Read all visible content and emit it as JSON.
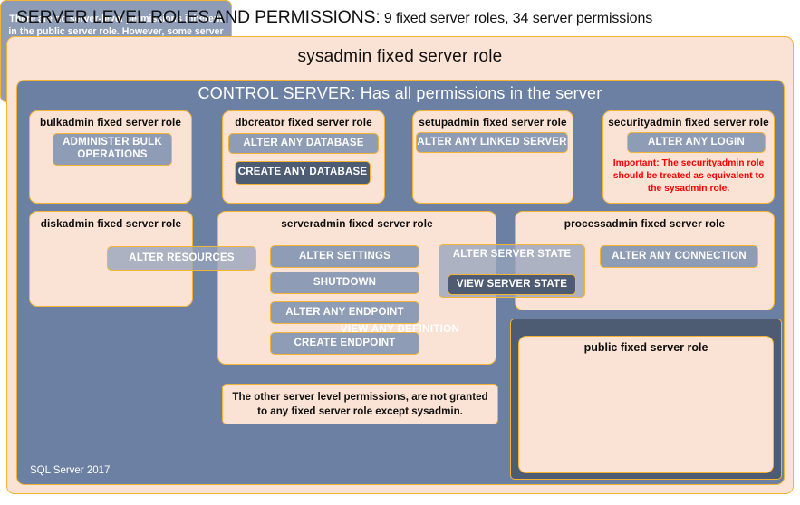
{
  "title": {
    "strong": "SERVER LEVEL ROLES AND PERMISSIONS:",
    "rest": " 9 fixed server roles, 34 server permissions"
  },
  "colors": {
    "cream_fill": "#fae2d4",
    "gold_border": "#f5b335",
    "blue_fill": "#6b80a3",
    "permission_fill": "#8e9cb5",
    "permission_dark_fill": "#4d5b73",
    "warning_text": "#ff0000",
    "title_text": "#111111"
  },
  "sysadmin": {
    "label": "sysadmin fixed server role"
  },
  "control_server": {
    "label": "CONTROL SERVER: Has all permissions in the server"
  },
  "roles": {
    "bulkadmin": {
      "label": "bulkadmin fixed server role",
      "permissions": [
        "ADMINISTER  BULK OPERATIONS"
      ]
    },
    "dbcreator": {
      "label": "dbcreator fixed server role",
      "permissions": [
        "ALTER ANY DATABASE",
        "CREATE  ANY DATABASE"
      ]
    },
    "setupadmin": {
      "label": "setupadmin fixed server role",
      "permissions": [
        "ALTER ANY LINKED SERVER"
      ]
    },
    "securityadmin": {
      "label": "securityadmin fixed server role",
      "permissions": [
        "ALTER ANY LOGIN"
      ],
      "warning": "Important:  The securityadmin role should  be treated as equivalent to the sysadmin role."
    },
    "diskadmin": {
      "label": "diskadmin fixed server role",
      "permissions": [
        "ALTER RESOURCES"
      ]
    },
    "serveradmin": {
      "label": "serveradmin fixed server role",
      "permissions": [
        "ALTER SETTINGS",
        "SHUTDOWN",
        "ALTER ANY ENDPOINT",
        "CREATE  ENDPOINT",
        "ALTER SERVER  STATE",
        "VIEW SERVER  STATE"
      ]
    },
    "processadmin": {
      "label": "processadmin fixed server role",
      "permissions": [
        "ALTER ANY CONNECTION"
      ]
    },
    "public": {
      "view_any_definition": "VIEW ANY DEFINITION",
      "label": "public  fixed server role",
      "note": "There are no server-level permissions inherent in the public server role. However, some server permissions are present by default. Specifically, VIEW ALTER DATABASE, and CONNECT permission to the endpoints. These permissions can be revoked."
    }
  },
  "other_permissions_note": "The other server level permissions,  are not granted to any fixed server role except sysadmin.",
  "footer": {
    "label": "SQL Server 2017"
  }
}
